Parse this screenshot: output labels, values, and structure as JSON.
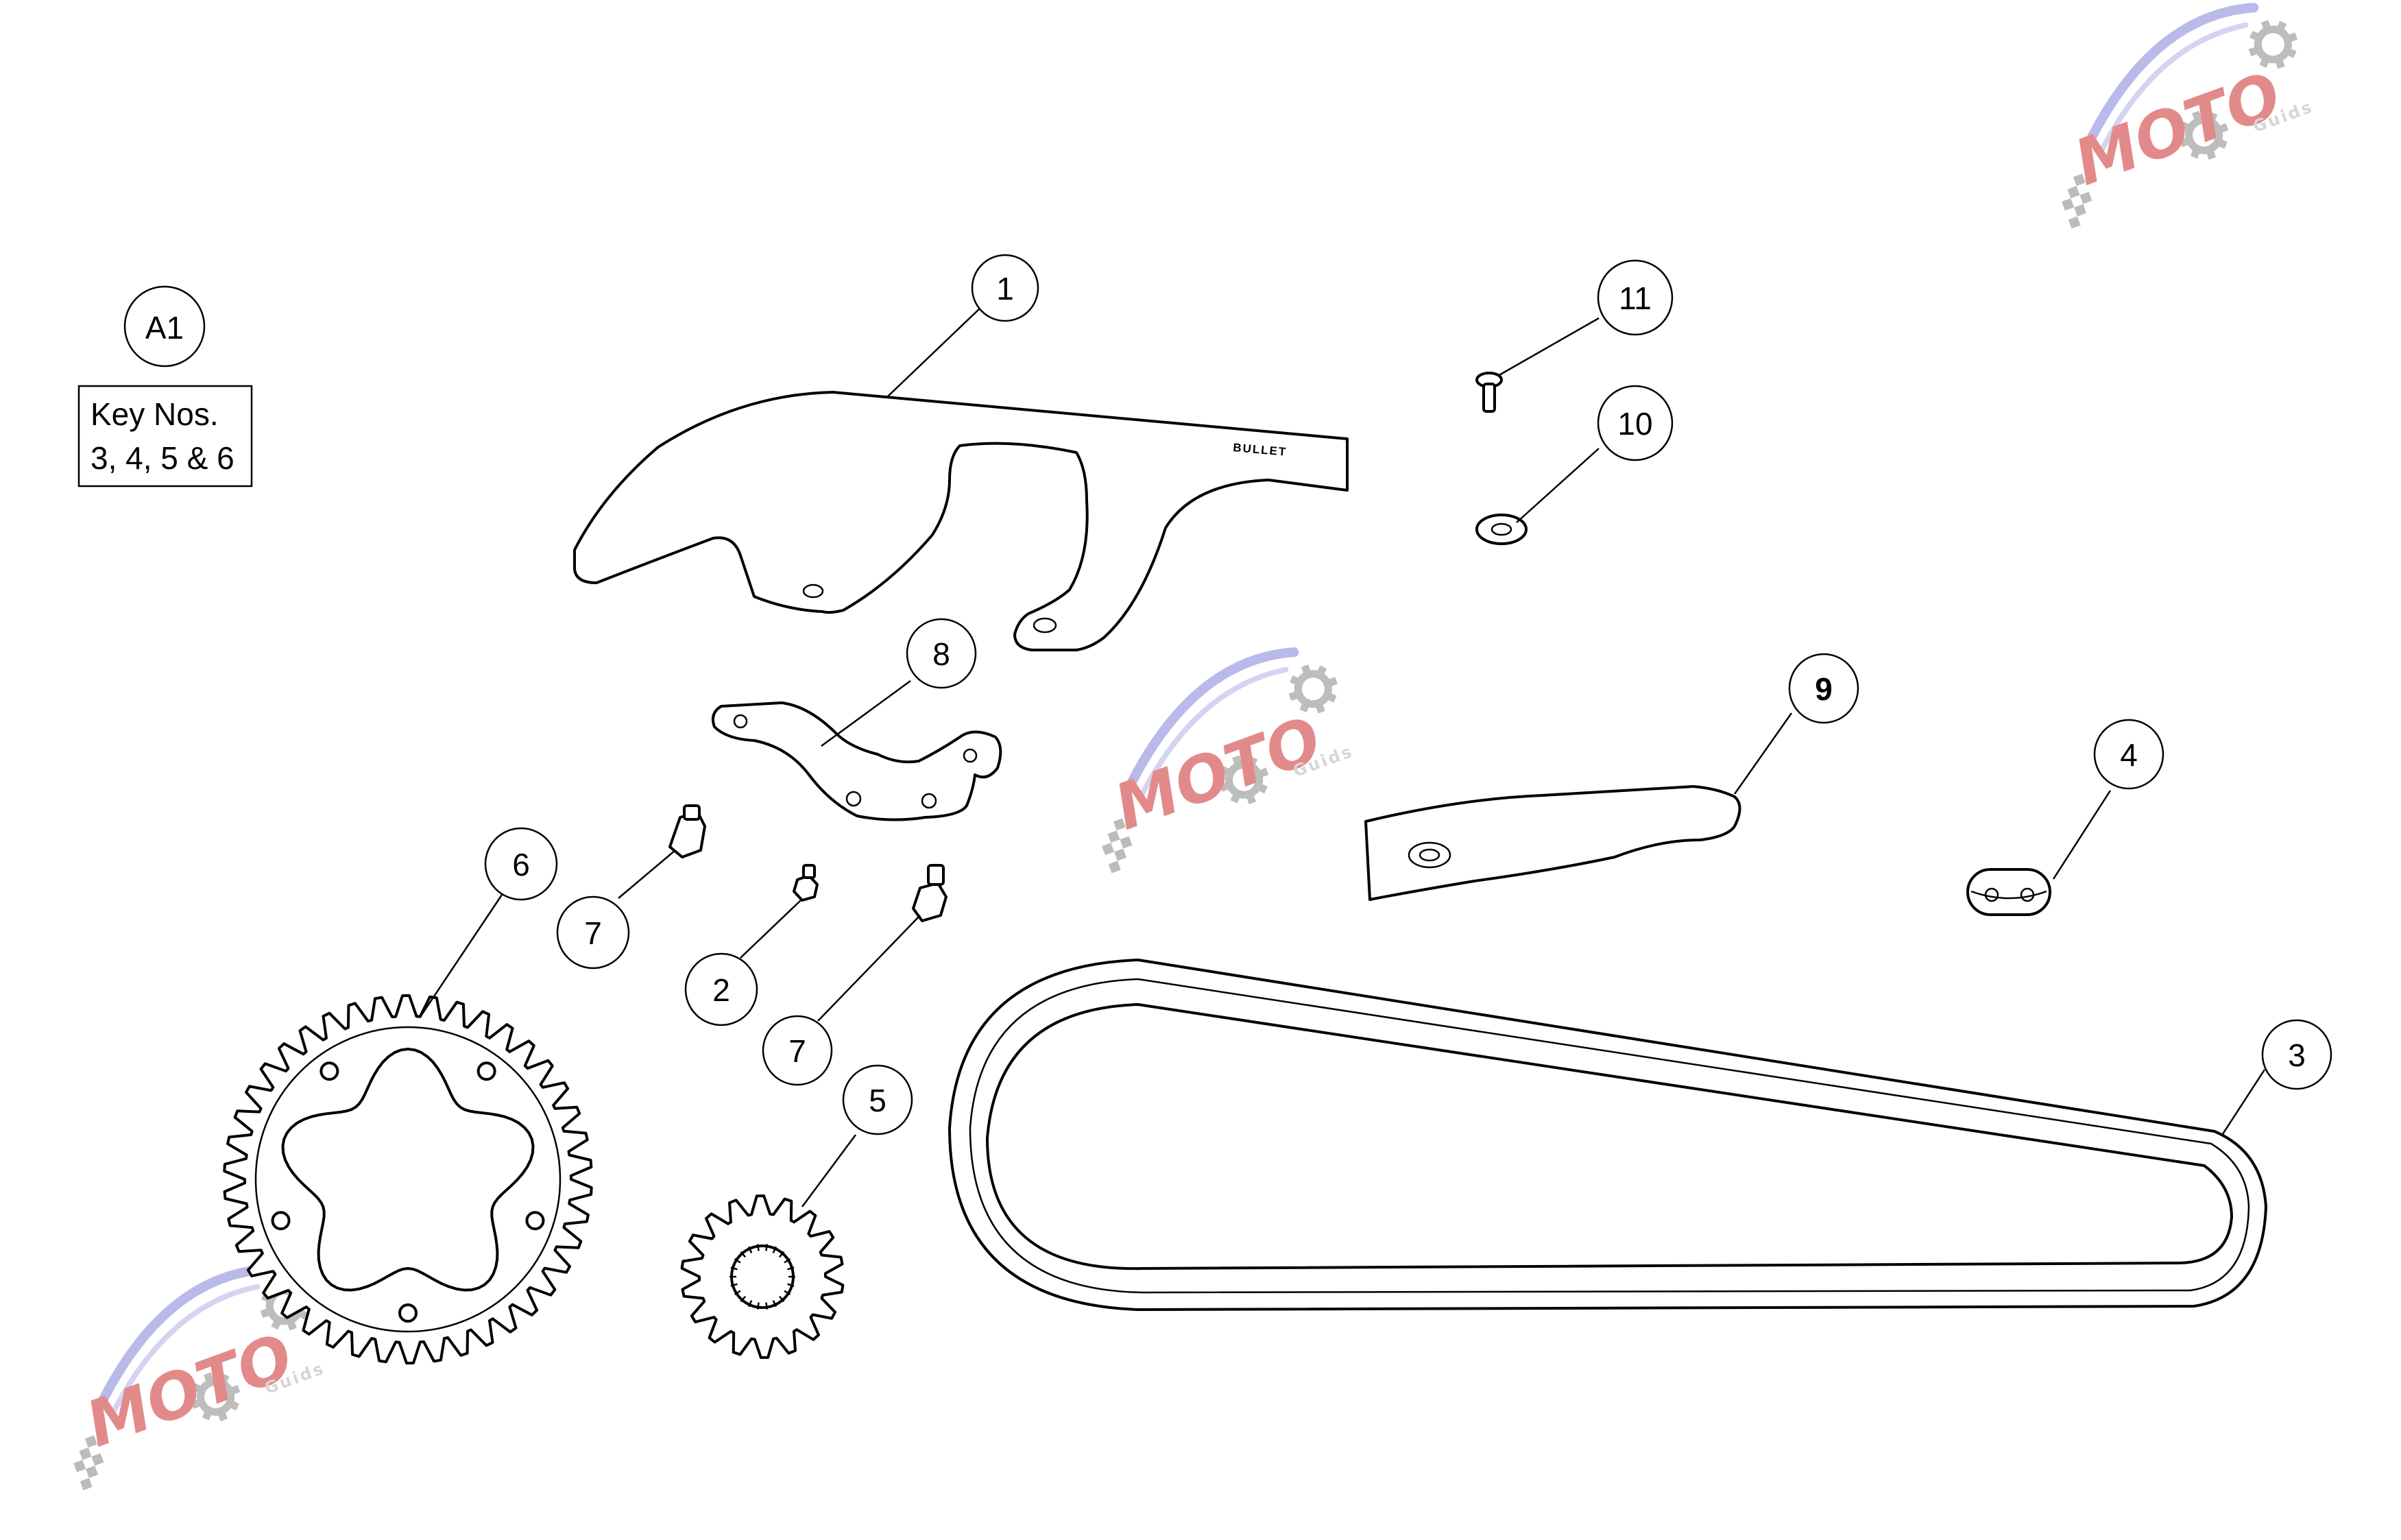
{
  "group_label": "A1",
  "key_note": {
    "line1": "Key Nos.",
    "line2": "3, 4, 5 & 6"
  },
  "guard_emboss": "BULLET",
  "callouts": [
    {
      "id": "1",
      "part": "chain-guard"
    },
    {
      "id": "2",
      "part": "small-bolt"
    },
    {
      "id": "3",
      "part": "drive-chain"
    },
    {
      "id": "4",
      "part": "chain-link"
    },
    {
      "id": "5",
      "part": "front-sprocket"
    },
    {
      "id": "6",
      "part": "rear-sprocket"
    },
    {
      "id": "7",
      "part": "guard-bolt"
    },
    {
      "id": "8",
      "part": "mounting-bracket"
    },
    {
      "id": "9",
      "part": "guard-plate"
    },
    {
      "id": "10",
      "part": "washer"
    },
    {
      "id": "11",
      "part": "screw"
    }
  ],
  "watermark": {
    "brand": "MOTO",
    "sub": "Guids",
    "brand_color": "#e28a8a",
    "swoosh_color": "#b9b9ea",
    "gear_color": "#bdbdbd"
  }
}
